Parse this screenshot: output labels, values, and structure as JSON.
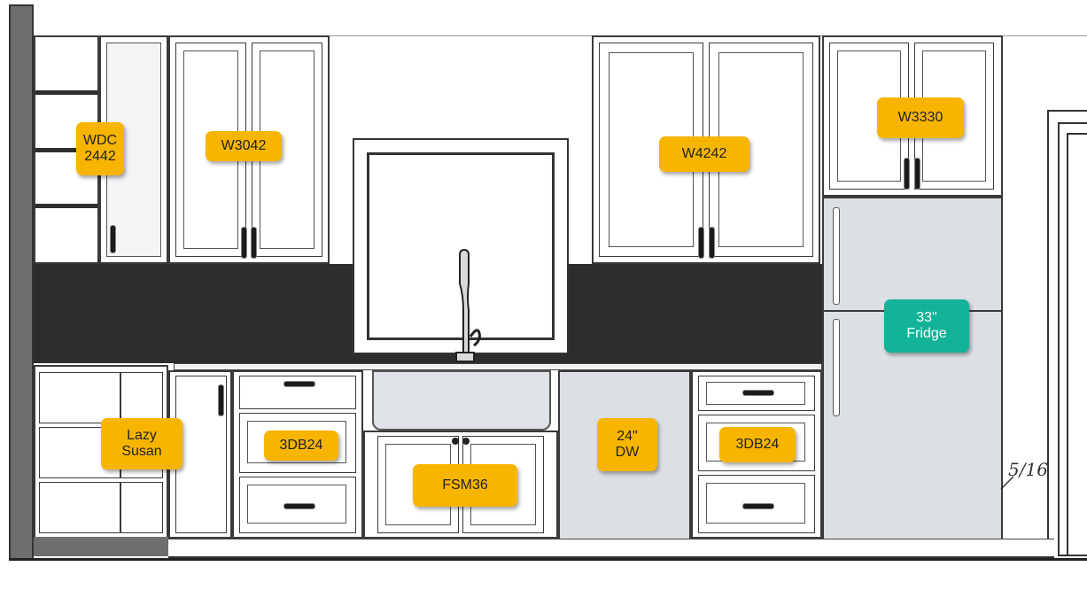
{
  "labels": {
    "wdc2442": "WDC\n2442",
    "w3042": "W3042",
    "w4242": "W4242",
    "w3330": "W3330",
    "fridge": "33\"\nFridge",
    "lazy_susan": "Lazy\nSusan",
    "db24_left": "3DB24",
    "fsm36": "FSM36",
    "dw": "24\"\nDW",
    "db24_right": "3DB24"
  },
  "dimension_text": "5/16",
  "colors": {
    "label_yellow": "#f7b500",
    "label_teal": "#13b39a",
    "backsplash": "#2d2d2d",
    "appliance_gray": "#dcdfe4",
    "wall_gray": "#6e6e6e"
  }
}
